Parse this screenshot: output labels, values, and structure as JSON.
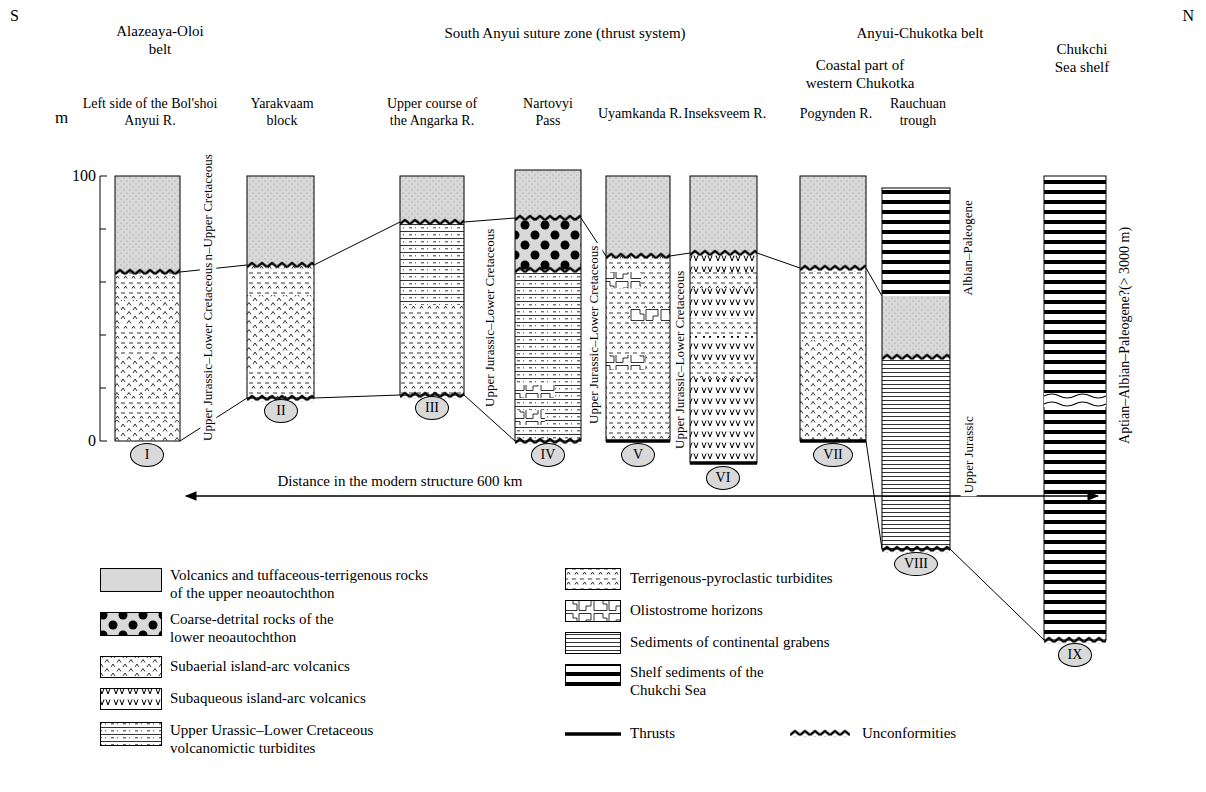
{
  "diagram": {
    "nodes": [
      {
        "text": [
          "I"
        ]
      },
      {
        "text": [
          "II"
        ]
      },
      {
        "text": [
          "III"
        ]
      },
      {
        "text": [
          "IV"
        ]
      },
      {
        "text": [
          "V"
        ]
      },
      {
        "text": [
          "VI"
        ]
      },
      {
        "text": [
          "VII"
        ]
      },
      {
        "text": [
          "VIII"
        ]
      },
      {
        "text": [
          "IX"
        ]
      }
    ],
    "labels": [
      "S",
      "N",
      "Alazeaya-Oloi belt",
      "South Anyui suture zone (thrust system)",
      "Anyui-Chukotka belt",
      "Coastal part of western Chukotka",
      "Chukchi Sea shelf",
      "m",
      "100",
      "0",
      "Left side of the Bol'shoi Anyui R.",
      "Yarakvaam block",
      "Upper course of the Angarka R.",
      "Nartovyi Pass",
      "Uyamkanda R.",
      "Inseksveem R.",
      "Pogynden R.",
      "Rauchuan trough",
      "Albian–Upper Cretaceous",
      "Upper Jurassic–Lower Cretaceous",
      "Upper Jurassic–Lower Cretaceous",
      "Upper Jurassic–Lower Cretaceous",
      "Upper Jurassic–Lower Cretaceous",
      "Albian–Paleogene",
      "Upper Jurassic",
      "Aptian–Albian–Paleogene?(> 3000 m)",
      "Distance in the modern structure 600 km"
    ],
    "legend": [
      {
        "text": "Volcanics and tuffaceous-terrigenous rocks of the upper neoautochthon",
        "color": "#d9d9d9"
      },
      {
        "text": "Coarse-detrital rocks of the lower neoautochthon"
      },
      {
        "text": "Subaerial island-arc volcanics"
      },
      {
        "text": "Subaqueous island-arc volcanics"
      },
      {
        "text": "Upper Urassic–Lower Cretaceous volcanomictic turbidites"
      },
      {
        "text": "Terrigenous-pyroclastic turbidites"
      },
      {
        "text": "Olistostrome horizons"
      },
      {
        "text": "Sediments of continental grabens"
      },
      {
        "text": "Shelf sediments of the Chukchi Sea"
      },
      {
        "text": "Thrusts"
      },
      {
        "text": "Unconformities"
      }
    ]
  }
}
